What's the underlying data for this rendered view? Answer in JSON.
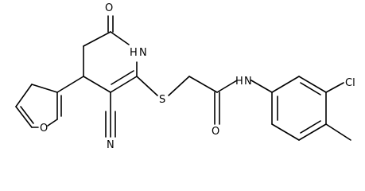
{
  "molecule": {
    "atoms": {
      "carbonyl_oxygen_ring": "O",
      "ring_nh": "H",
      "ring_nh_n": "N",
      "furan_oxygen": "O",
      "nitrile_nitrogen": "N",
      "thioether_sulfur": "S",
      "amide_oxygen": "O",
      "amide_h": "H",
      "amide_n": "N",
      "chlorine": "Cl"
    }
  }
}
